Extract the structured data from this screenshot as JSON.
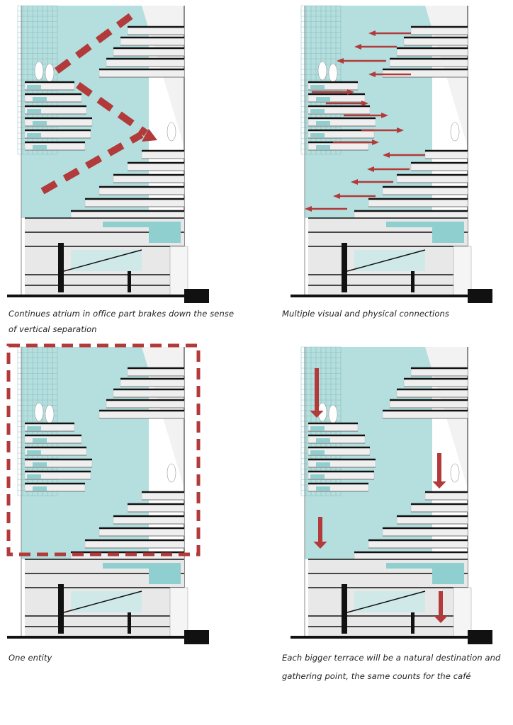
{
  "panels": [
    {
      "overlay": "diagonal-dashes",
      "caption_lines": [
        "Continues atrium in office part brakes down the sense",
        "of vertical separation"
      ]
    },
    {
      "overlay": "horizontal-arrows",
      "caption_lines": [
        "Multiple visual and physical connections"
      ]
    },
    {
      "overlay": "dashed-frame",
      "caption_lines": [
        "One entity"
      ]
    },
    {
      "overlay": "down-arrows",
      "caption_lines": [
        "Each bigger terrace will be a natural destination and",
        "gathering point, the same counts for the café"
      ]
    }
  ],
  "colors": {
    "accent": "#b23a3a",
    "atrium": "#a8d8d8",
    "floor": "#111111",
    "wall": "#d9d9d9"
  }
}
